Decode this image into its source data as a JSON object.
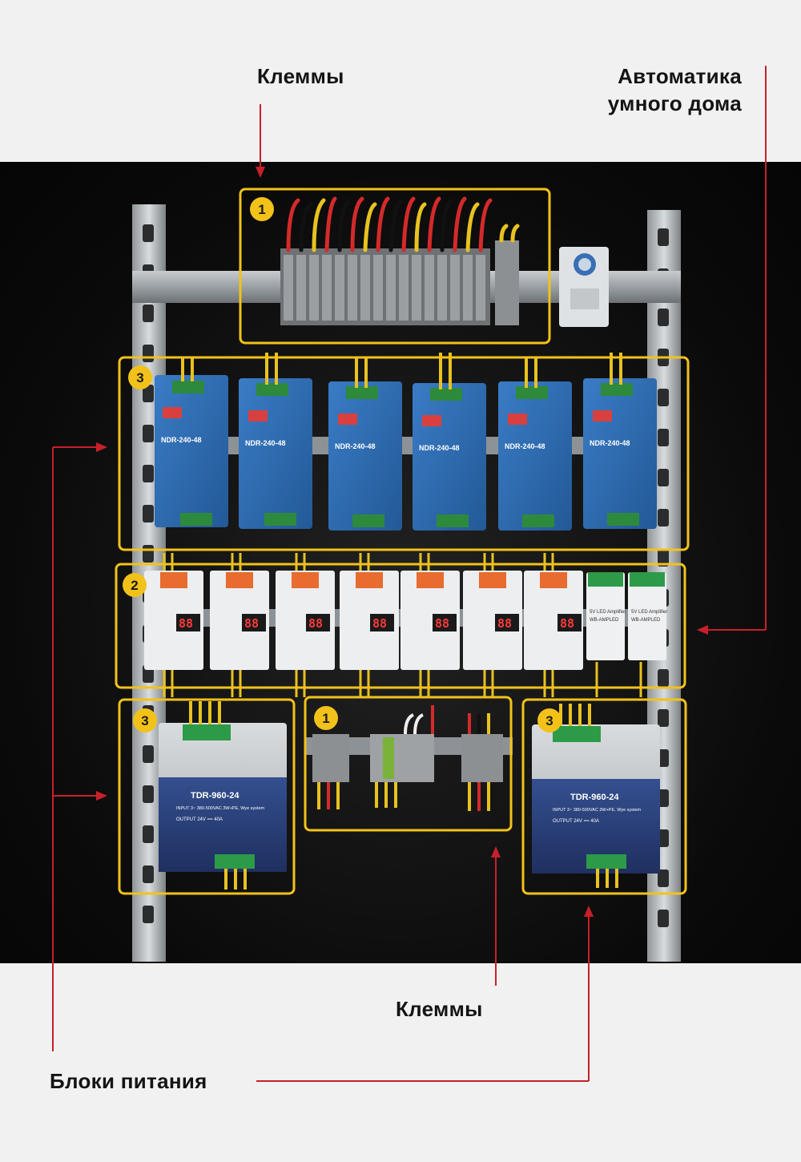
{
  "labels": {
    "terminals_top": "Клеммы",
    "automation_line1": "Автоматика",
    "automation_line2": "умного дома",
    "terminals_bottom": "Клеммы",
    "power_supplies": "Блоки питания"
  },
  "badges": {
    "top_terminals": "1",
    "psu_top": "3",
    "drivers": "2",
    "psu_bottom_left": "3",
    "mid_terminals": "1",
    "psu_bottom_right": "3"
  },
  "devices": {
    "ndr_model": "NDR-240-48",
    "tdr_model": "TDR-960-24",
    "tdr_input": "INPUT 3~ 380-500VAC 3W+PE, Wye system",
    "tdr_output": "OUTPUT 24V == 40A",
    "amp_label": "5V LED Amplifier",
    "amp_model": "WB-AMPLED",
    "driver_display": "88"
  },
  "colors": {
    "highlight": "#f2c21a",
    "arrow": "#c8202a",
    "psu_blue": "#2f6fb5",
    "tdr_navy": "#2b3f7a"
  }
}
